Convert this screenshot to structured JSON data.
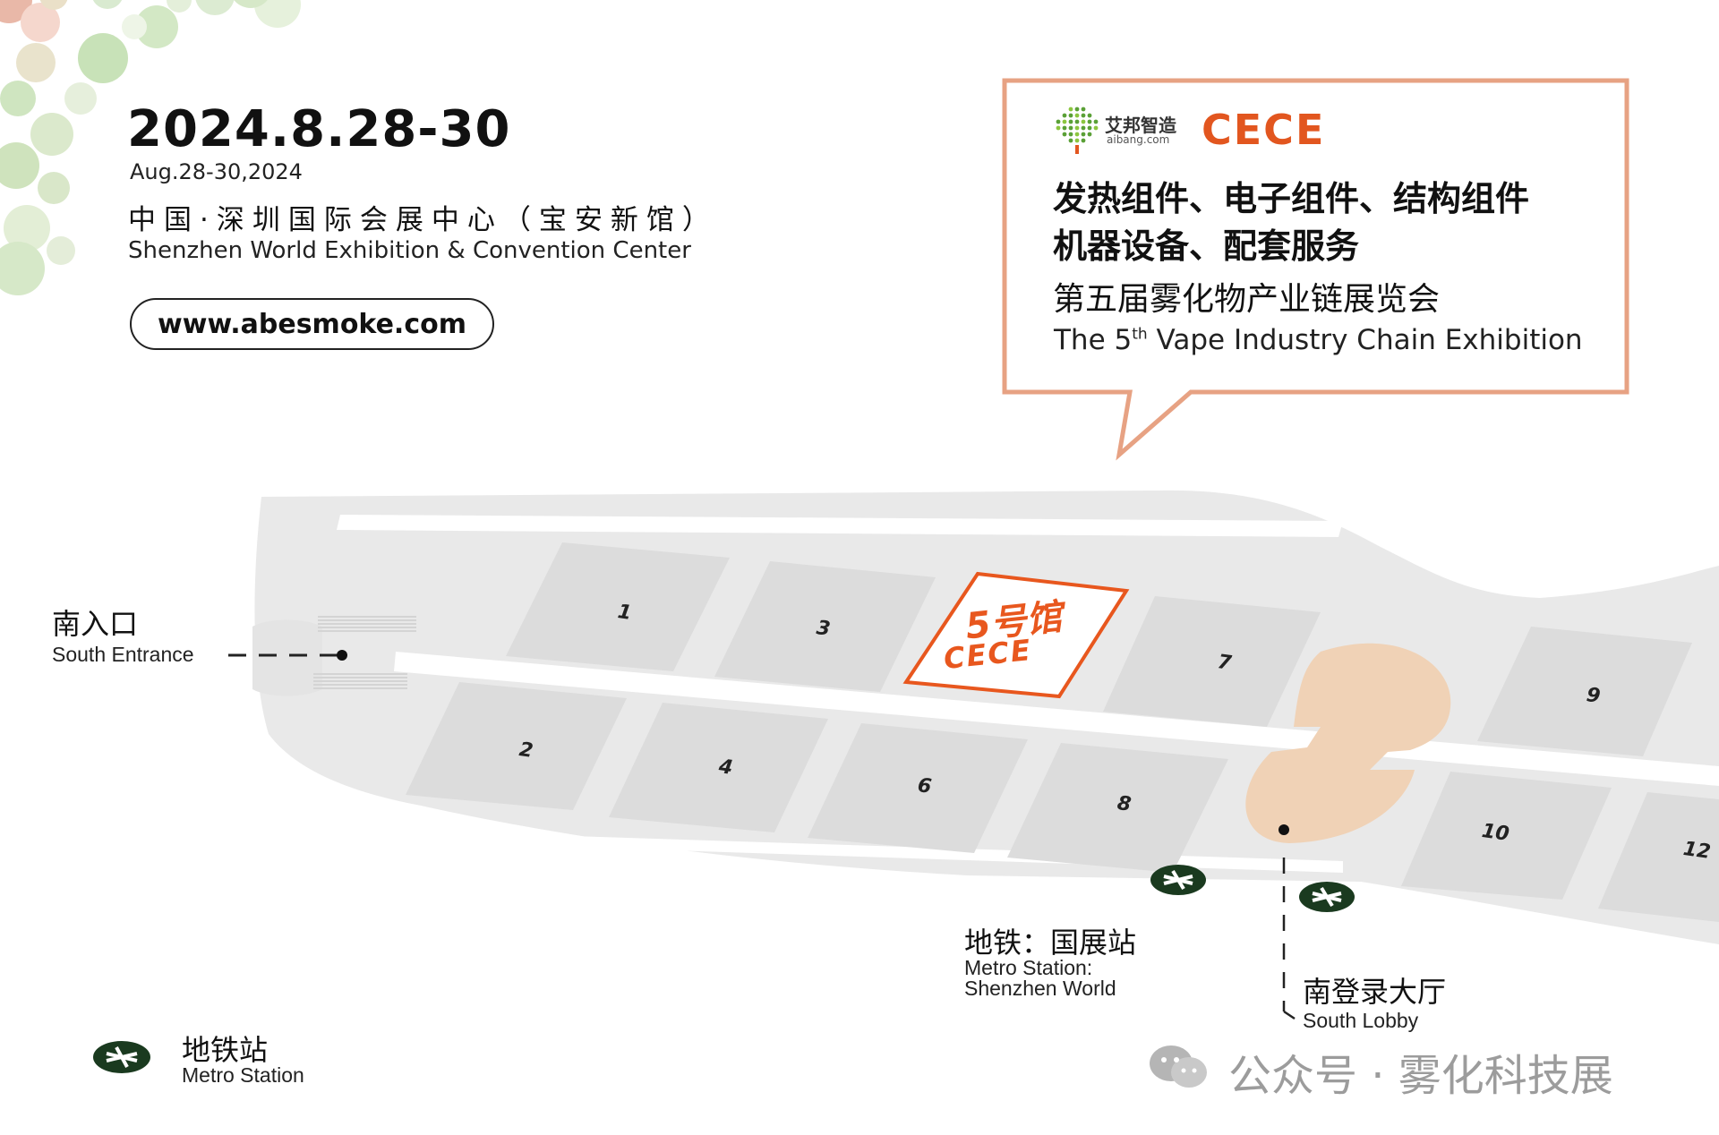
{
  "event": {
    "date_main": "2024.8.28-30",
    "date_en": "Aug.28-30,2024",
    "venue_cn": "中国·深圳国际会展中心（宝安新馆）",
    "venue_en": "Shenzhen World Exhibition & Convention Center",
    "website": "www.abesmoke.com"
  },
  "callout": {
    "brand_cn": "艾邦智造",
    "brand_domain": "aibang.com",
    "brand_cece": "CECE",
    "categories_line1": "发热组件、电子组件、结构组件",
    "categories_line2": "机器设备、配套服务",
    "exhibition_cn": "第五届雾化物产业链展览会",
    "exhibition_en_pre": "The 5",
    "exhibition_en_sup": "th",
    "exhibition_en_post": " Vape Industry Chain Exhibition",
    "border_color": "#e7a283",
    "brand_color": "#e2561f"
  },
  "map": {
    "halls": [
      "1",
      "2",
      "3",
      "4",
      "6",
      "7",
      "8",
      "9",
      "10",
      "12"
    ],
    "highlight_hall_cn": "5号馆",
    "highlight_hall_en": "CECE",
    "highlight_color": "#e8571e",
    "hall_color": "#dcdcdc",
    "lobby_color": "#f0d2b6",
    "landmarks": {
      "south_entrance_cn": "南入口",
      "south_entrance_en": "South Entrance",
      "metro_cn": "地铁：国展站",
      "metro_en_line1": "Metro Station:",
      "metro_en_line2": "Shenzhen World",
      "south_lobby_cn": "南登录大厅",
      "south_lobby_en": "South Lobby"
    },
    "legend": {
      "metro_cn": "地铁站",
      "metro_en": "Metro Station",
      "metro_icon": "metro-icon"
    }
  },
  "watermark": "公众号 · 雾化科技展"
}
